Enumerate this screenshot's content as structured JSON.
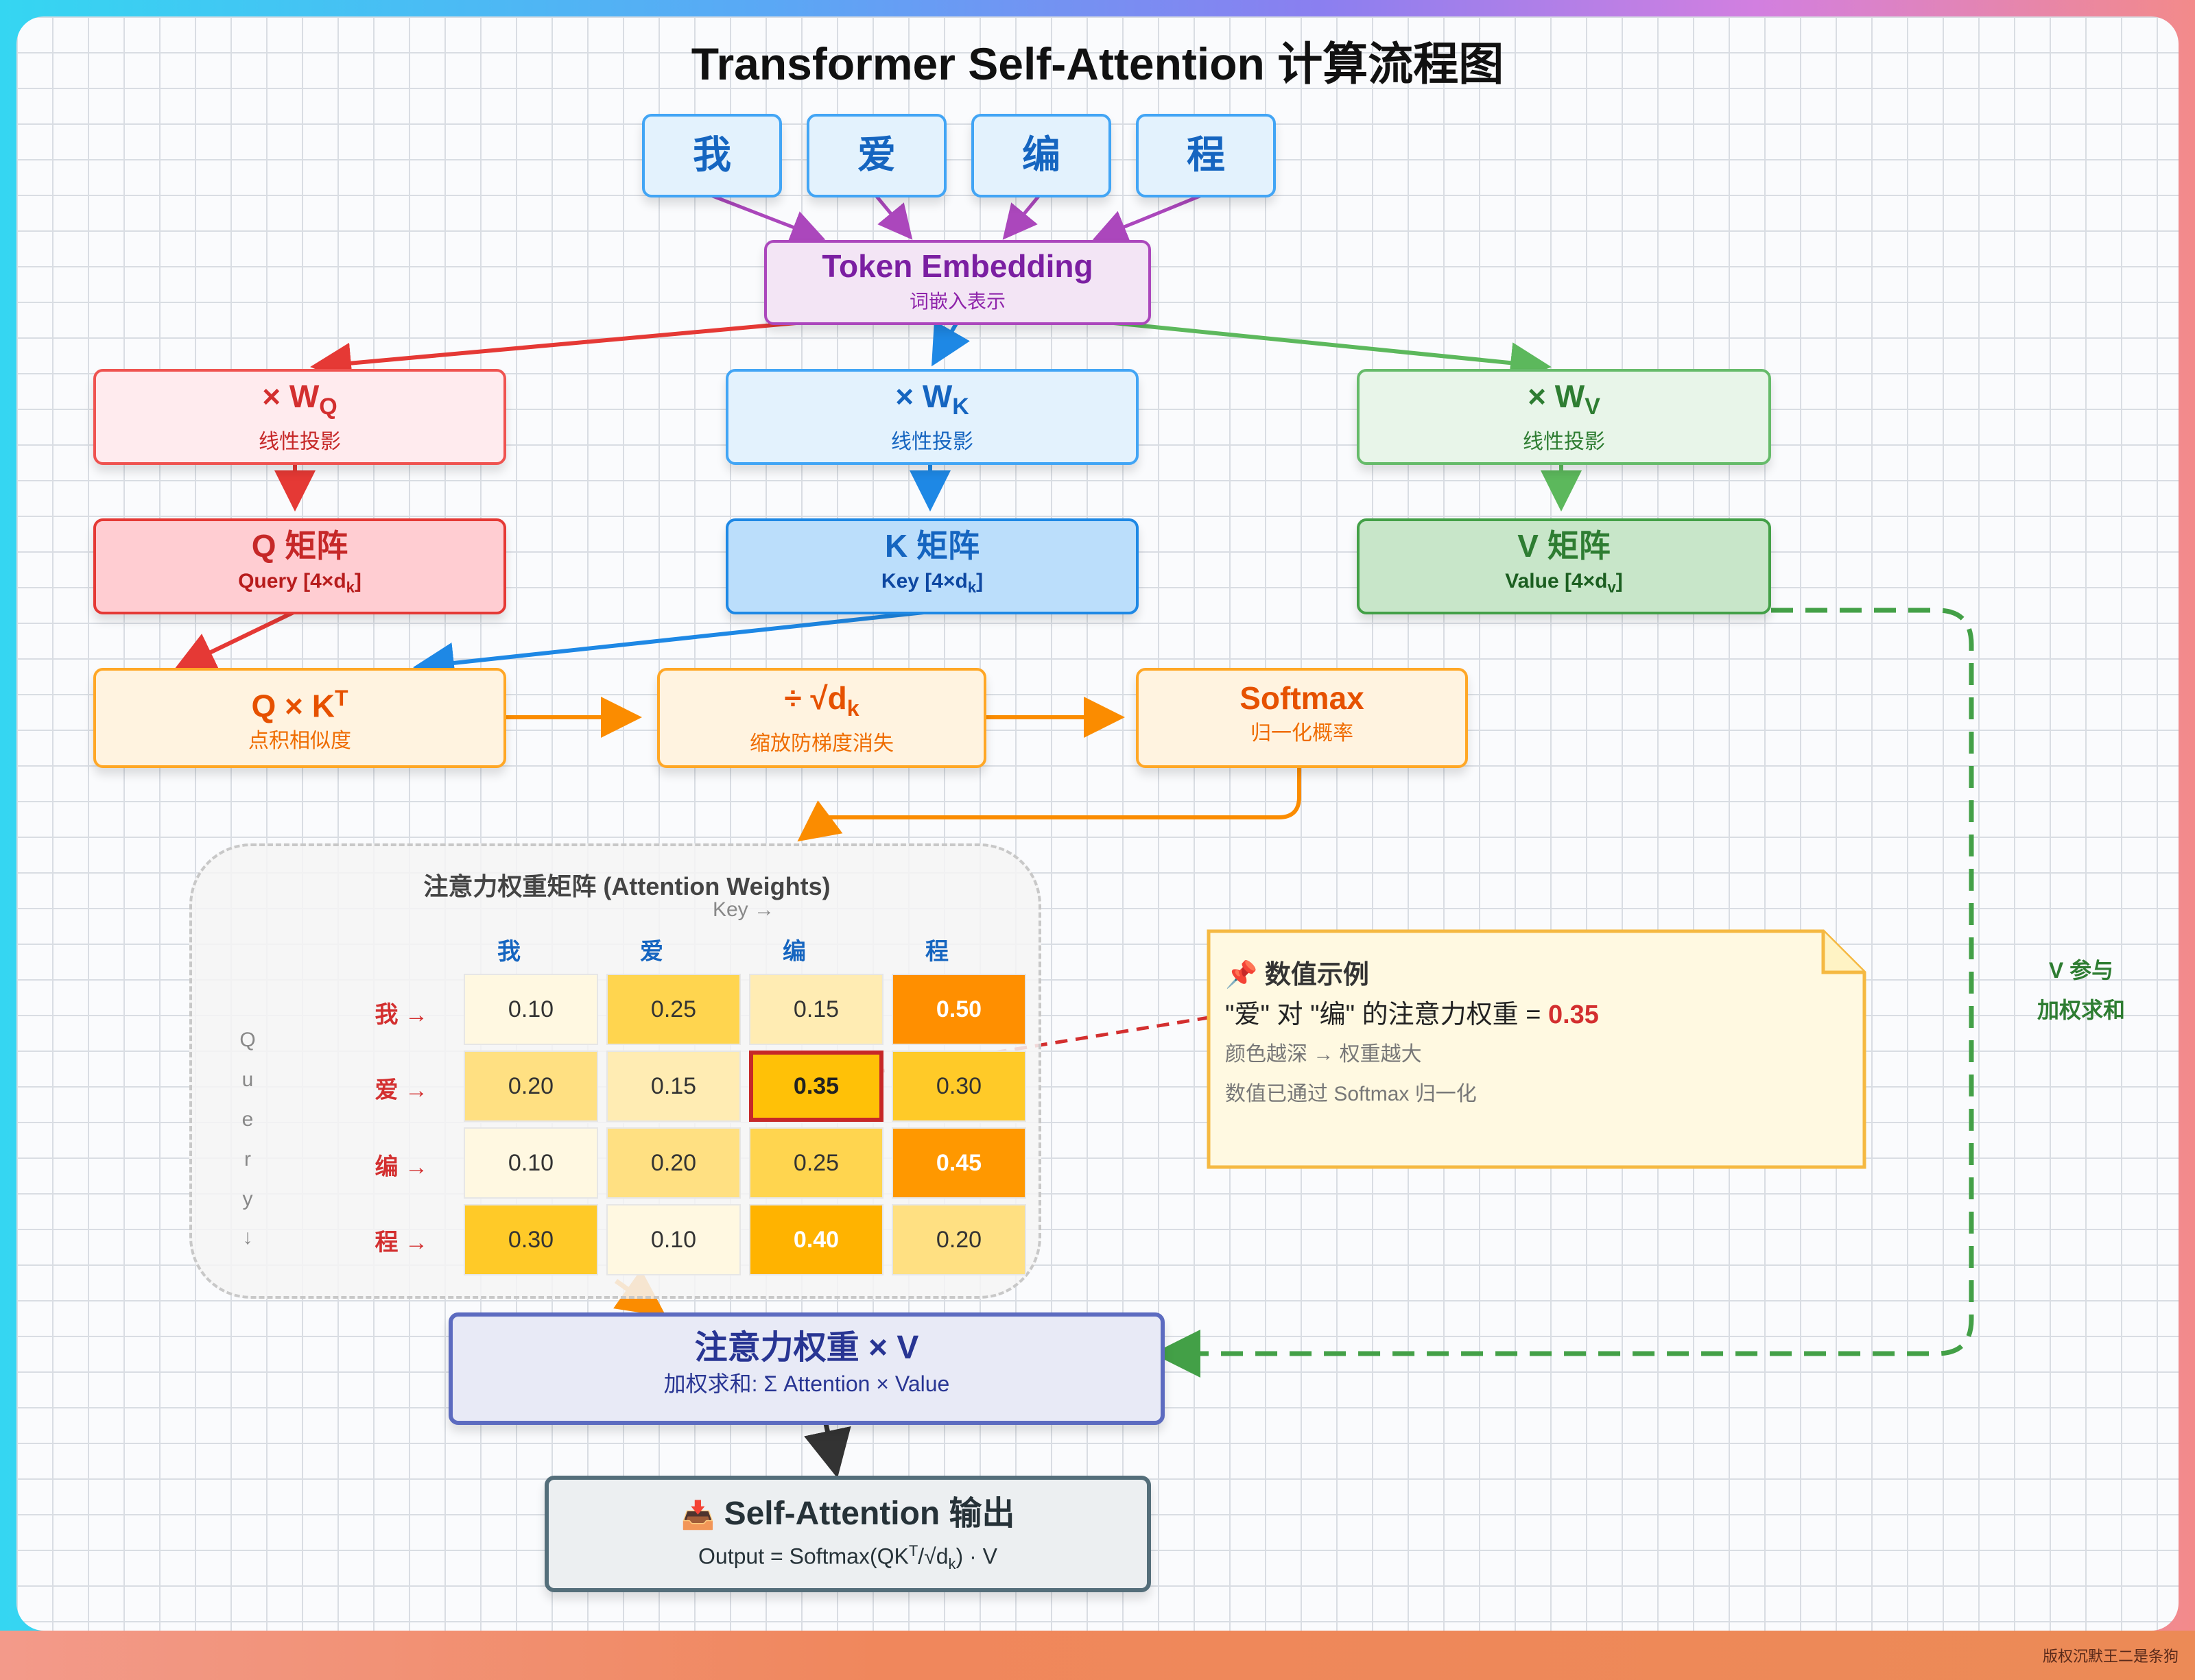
{
  "title": "Transformer Self-Attention 计算流程图",
  "tokens": [
    "我",
    "爱",
    "编",
    "程"
  ],
  "embedding": {
    "title": "Token Embedding",
    "subtitle": "词嵌入表示"
  },
  "projections": {
    "wq": {
      "prefix": "× W",
      "sub": "Q",
      "label": "线性投影",
      "color": "#e53935"
    },
    "wk": {
      "prefix": "× W",
      "sub": "K",
      "label": "线性投影",
      "color": "#1e88e5"
    },
    "wv": {
      "prefix": "× W",
      "sub": "V",
      "label": "线性投影",
      "color": "#43a047"
    }
  },
  "matrices": {
    "q": {
      "title": "Q 矩阵",
      "desc_pre": "Query [4×d",
      "desc_sub": "k",
      "desc_post": "]"
    },
    "k": {
      "title": "K 矩阵",
      "desc_pre": "Key [4×d",
      "desc_sub": "k",
      "desc_post": "]"
    },
    "v": {
      "title": "V 矩阵",
      "desc_pre": "Value [4×d",
      "desc_sub": "v",
      "desc_post": "]"
    }
  },
  "ops": {
    "qk": {
      "title_pre": "Q × K",
      "title_sup": "T",
      "subtitle": "点积相似度"
    },
    "scale": {
      "title_pre": "÷ √d",
      "title_sub": "k",
      "subtitle": "缩放防梯度消失"
    },
    "softmax": {
      "title": "Softmax",
      "subtitle": "归一化概率"
    }
  },
  "attention_matrix": {
    "title": "注意力权重矩阵 (Attention Weights)",
    "key_axis": "Key →",
    "query_axis": [
      "Q",
      "u",
      "e",
      "r",
      "y",
      "↓"
    ],
    "cols": [
      "我",
      "爱",
      "编",
      "程"
    ],
    "rows": [
      "我 →",
      "爱 →",
      "编 →",
      "程 →"
    ],
    "values": [
      [
        "0.10",
        "0.25",
        "0.15",
        "0.50"
      ],
      [
        "0.20",
        "0.15",
        "0.35",
        "0.30"
      ],
      [
        "0.10",
        "0.20",
        "0.25",
        "0.45"
      ],
      [
        "0.30",
        "0.10",
        "0.40",
        "0.20"
      ]
    ],
    "highlight": {
      "row": 1,
      "col": 2
    }
  },
  "note": {
    "icon": "pushpin-icon",
    "title": "数值示例",
    "line1_pre": "\"爱\" 对 \"编\" 的注意力权重 = ",
    "line1_value": "0.35",
    "line2": "颜色越深 → 权重越大",
    "line3": "数值已通过 Softmax 归一化"
  },
  "v_side_label": [
    "V 参与",
    "加权求和"
  ],
  "weighted_sum": {
    "title": "注意力权重 × V",
    "subtitle": "加权求和: Σ Attention × Value"
  },
  "output": {
    "icon": "inbox-tray-icon",
    "title": "Self-Attention 输出",
    "formula_pre": "Output = Softmax(QK",
    "formula_sup": "T",
    "formula_mid": "/√d",
    "formula_sub": "k",
    "formula_post": ") · V"
  },
  "watermark": "版权沉默王二是条狗",
  "colors": {
    "red": "#e53935",
    "blue": "#1e88e5",
    "green": "#43a047",
    "orange": "#fb8c00",
    "purple": "#8e24aa",
    "indigo": "#3949ab",
    "slate": "#546e7a"
  }
}
